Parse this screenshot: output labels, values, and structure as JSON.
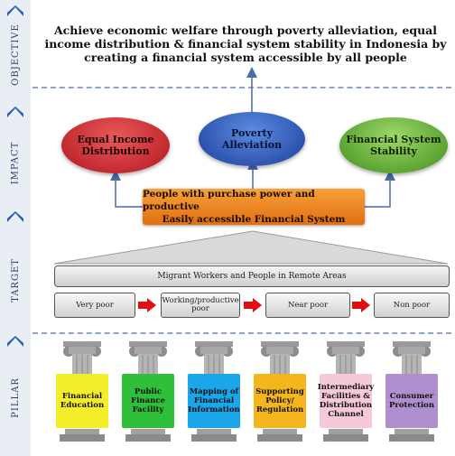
{
  "side_labels": {
    "objective": "OBJECTIVE",
    "impact": "IMPACT",
    "target": "TARGET",
    "pillar": "PILLAR"
  },
  "objective_text": "Achieve economic welfare through poverty alleviation, equal income distribution & financial system stability in Indonesia by creating a financial system accessible by all people",
  "impact": {
    "equal_income": [
      "Equal Income",
      "Distribution"
    ],
    "poverty": [
      "Poverty",
      "Alleviation"
    ],
    "stability": [
      "Financial System",
      "Stability"
    ]
  },
  "core": [
    "People with purchase power and productive",
    "Easily accessible Financial System"
  ],
  "target": {
    "bar": "Migrant Workers and People in Remote Areas",
    "groups": [
      "Very poor",
      "Working/productive poor",
      "Near poor",
      "Non poor"
    ]
  },
  "pillars": [
    {
      "label": "Financial Education",
      "color": "#f4ee2a"
    },
    {
      "label": "Public Finance Facility",
      "color": "#2fbf3a"
    },
    {
      "label": "Mapping of Financial Information",
      "color": "#1aa6e8"
    },
    {
      "label": "Supporting Policy/ Regulation",
      "color": "#f5b51c"
    },
    {
      "label": "Intermediary Facilities & Distribution Channel",
      "color": "#f7c9d6"
    },
    {
      "label": "Consumer Protection",
      "color": "#b08fcf"
    }
  ],
  "colors": {
    "chevron": "#2a5bb5",
    "arrow_red": "#e01010",
    "arrow_line": "#4a6aa8"
  }
}
